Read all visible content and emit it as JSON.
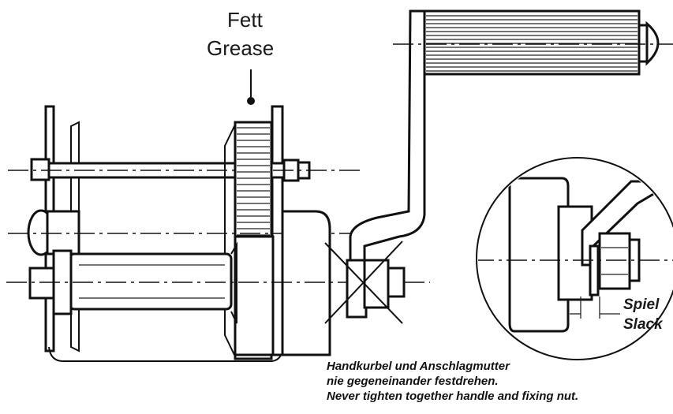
{
  "labels": {
    "fett": "Fett",
    "grease": "Grease",
    "spiel": "Spiel",
    "slack": "Slack"
  },
  "warning": {
    "line1": "Handkurbel und Anschlagmutter",
    "line2": "nie gegeneinander festdrehen.",
    "line3": "Never tighten together handle and fixing nut."
  }
}
